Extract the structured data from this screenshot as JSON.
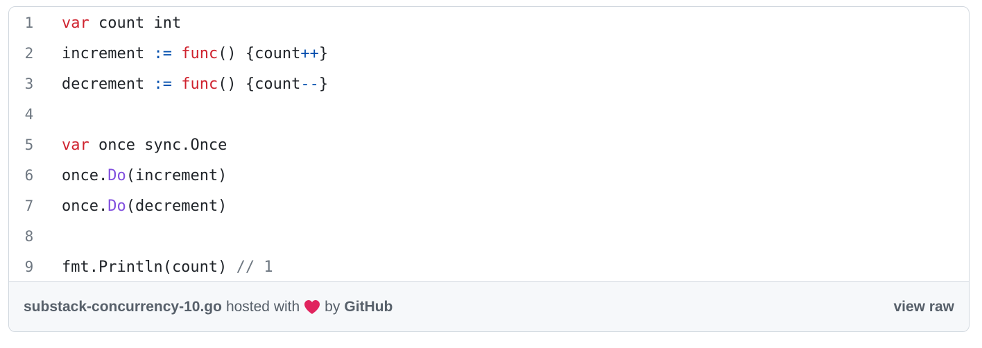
{
  "code_lines": [
    {
      "num": "1",
      "tokens": [
        [
          "kw",
          "var"
        ],
        [
          "",
          " count int"
        ]
      ]
    },
    {
      "num": "2",
      "tokens": [
        [
          "",
          "increment "
        ],
        [
          "op",
          ":="
        ],
        [
          "",
          " "
        ],
        [
          "kw",
          "func"
        ],
        [
          "",
          "() {count"
        ],
        [
          "op",
          "++"
        ],
        [
          "",
          "}"
        ]
      ]
    },
    {
      "num": "3",
      "tokens": [
        [
          "",
          "decrement "
        ],
        [
          "op",
          ":="
        ],
        [
          "",
          " "
        ],
        [
          "kw",
          "func"
        ],
        [
          "",
          "() {count"
        ],
        [
          "op",
          "--"
        ],
        [
          "",
          "}"
        ]
      ]
    },
    {
      "num": "4",
      "tokens": []
    },
    {
      "num": "5",
      "tokens": [
        [
          "kw",
          "var"
        ],
        [
          "",
          " once sync.Once"
        ]
      ]
    },
    {
      "num": "6",
      "tokens": [
        [
          "",
          "once."
        ],
        [
          "fn",
          "Do"
        ],
        [
          "",
          "(increment)"
        ]
      ]
    },
    {
      "num": "7",
      "tokens": [
        [
          "",
          "once."
        ],
        [
          "fn",
          "Do"
        ],
        [
          "",
          "(decrement)"
        ]
      ]
    },
    {
      "num": "8",
      "tokens": []
    },
    {
      "num": "9",
      "tokens": [
        [
          "",
          "fmt.Println(count) "
        ],
        [
          "cm",
          "// 1"
        ]
      ]
    }
  ],
  "footer": {
    "filename": "substack-concurrency-10.go",
    "hosted_with": "hosted with",
    "heart_icon": "heart-icon",
    "by": "by",
    "host": "GitHub",
    "view_raw": "view raw"
  },
  "colors": {
    "keyword": "#cf222e",
    "operator": "#0550ae",
    "function": "#8250df",
    "comment": "#6e7781",
    "heart": "#e0245e"
  }
}
